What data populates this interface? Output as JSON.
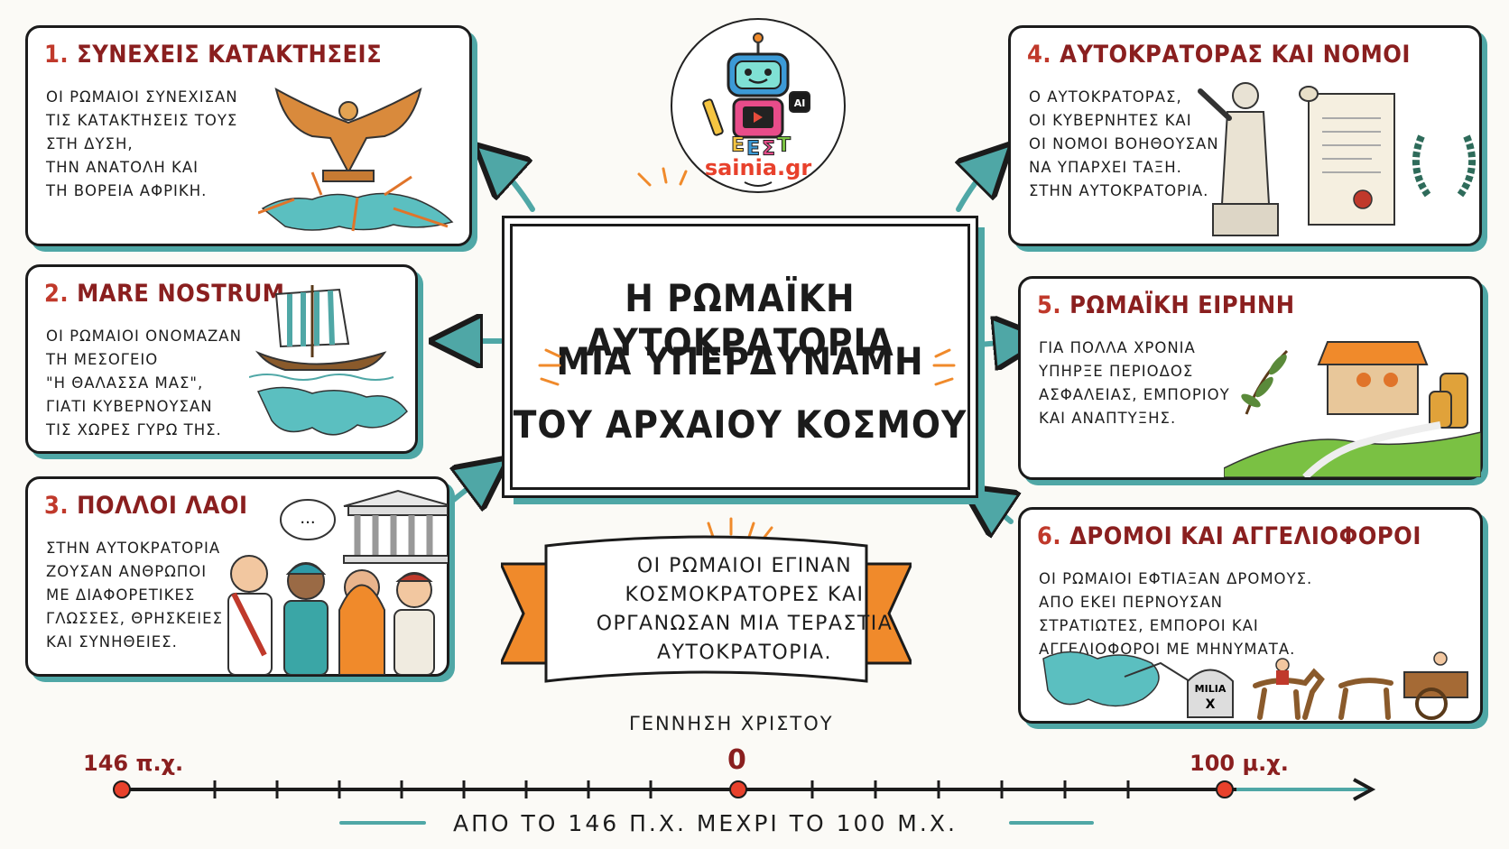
{
  "logo": {
    "text": "sainia.gr",
    "letters": [
      "Ε",
      "Ε",
      "Σ",
      "Τ"
    ],
    "ai_badge": "AI"
  },
  "center": {
    "title_lines": [
      "Η ΡΩΜΑΪΚΗ ΑΥΤΟΚΡΑΤΟΡΙΑ",
      "ΜΙΑ ΥΠΕΡΔΥΝΑΜΗ",
      "ΤΟΥ ΑΡΧΑΙΟΥ ΚΟΣΜΟΥ"
    ]
  },
  "ribbon": {
    "text": "ΟΙ ΡΩΜΑΙΟΙ ΕΓΙΝΑΝ\nΚΟΣΜΟΚΡΑΤΟΡΕΣ ΚΑΙ\nΟΡΓΑΝΩΣΑΝ ΜΙΑ ΤΕΡΑΣΤΙΑ\nΑΥΤΟΚΡΑΤΟΡΙΑ."
  },
  "boxes": [
    {
      "num": "1.",
      "title": "ΣΥΝΕΧΕΙΣ ΚΑΤΑΚΤΗΣΕΙΣ",
      "text": "ΟΙ ΡΩΜΑΙΟΙ ΣΥΝΕΧΙΣΑΝ\nΤΙΣ ΚΑΤΑΚΤΗΣΕΙΣ ΤΟΥΣ\nΣΤΗ ΔΥΣΗ,\nΤΗΝ ΑΝΑΤΟΛΗ ΚΑΙ\nΤΗ ΒΟΡΕΙΑ ΑΦΡΙΚΗ."
    },
    {
      "num": "2.",
      "title": "MARE NOSTRUM",
      "text": "ΟΙ ΡΩΜΑΙΟΙ ΟΝΟΜΑΖΑΝ\nΤΗ ΜΕΣΟΓΕΙΟ\n\"Η ΘΑΛΑΣΣΑ ΜΑΣ\",\nΓΙΑΤΙ ΚΥΒΕΡΝΟΥΣΑΝ\nΤΙΣ ΧΩΡΕΣ ΓΥΡΩ ΤΗΣ."
    },
    {
      "num": "3.",
      "title": "ΠΟΛΛΟΙ ΛΑΟΙ",
      "text": "ΣΤΗΝ ΑΥΤΟΚΡΑΤΟΡΙΑ\nΖΟΥΣΑΝ ΑΝΘΡΩΠΟΙ\nΜΕ ΔΙΑΦΟΡΕΤΙΚΕΣ\nΓΛΩΣΣΕΣ, ΘΡΗΣΚΕΙΕΣ\nΚΑΙ ΣΥΝΗΘΕΙΕΣ."
    },
    {
      "num": "4.",
      "title": "ΑΥΤΟΚΡΑΤΟΡΑΣ ΚΑΙ ΝΟΜΟΙ",
      "text": "Ο ΑΥΤΟΚΡΑΤΟΡΑΣ,\nΟΙ ΚΥΒΕΡΝΗΤΕΣ ΚΑΙ\nΟΙ ΝΟΜΟΙ ΒΟΗΘΟΥΣΑΝ\nΝΑ ΥΠΑΡΧΕΙ ΤΑΞΗ.\nΣΤΗΝ ΑΥΤΟΚΡΑΤΟΡΙΑ."
    },
    {
      "num": "5.",
      "title": "ΡΩΜΑΪΚΗ ΕΙΡΗΝΗ",
      "text": "ΓΙΑ ΠΟΛΛΑ ΧΡΟΝΙΑ\nΥΠΗΡΞΕ ΠΕΡΙΟΔΟΣ\nΑΣΦΑΛΕΙΑΣ, ΕΜΠΟΡΙΟΥ\nΚΑΙ ΑΝΑΠΤΥΞΗΣ."
    },
    {
      "num": "6.",
      "title": "ΔΡΟΜΟΙ ΚΑΙ ΑΓΓΕΛΙΟΦΟΡΟΙ",
      "text": "ΟΙ ΡΩΜΑΙΟΙ ΕΦΤΙΑΞΑΝ ΔΡΟΜΟΥΣ.\nΑΠΟ ΕΚΕΙ ΠΕΡΝΟΥΣΑΝ\nΣΤΡΑΤΙΩΤΕΣ, ΕΜΠΟΡΟΙ ΚΑΙ\nΑΓΓΕΛΙΟΦΟΡΟΙ ΜΕ ΜΗΝΥΜΑΤΑ."
    }
  ],
  "milestone": {
    "line1": "MILIA",
    "line2": "X"
  },
  "speech": "...",
  "timeline": {
    "start_label": "146 π.χ.",
    "zero_label": "0",
    "end_label": "100 μ.χ.",
    "birth_label": "ΓΕΝΝΗΣΗ ΧΡΙΣΤΟΥ",
    "span_label": "ΑΠΟ ΤΟ 146 Π.Χ. ΜΕΧΡΙ ΤΟ 100 Μ.Χ."
  },
  "colors": {
    "teal": "#4fa7a6",
    "dark_red": "#8a1f1f",
    "orange": "#f08a2b"
  }
}
